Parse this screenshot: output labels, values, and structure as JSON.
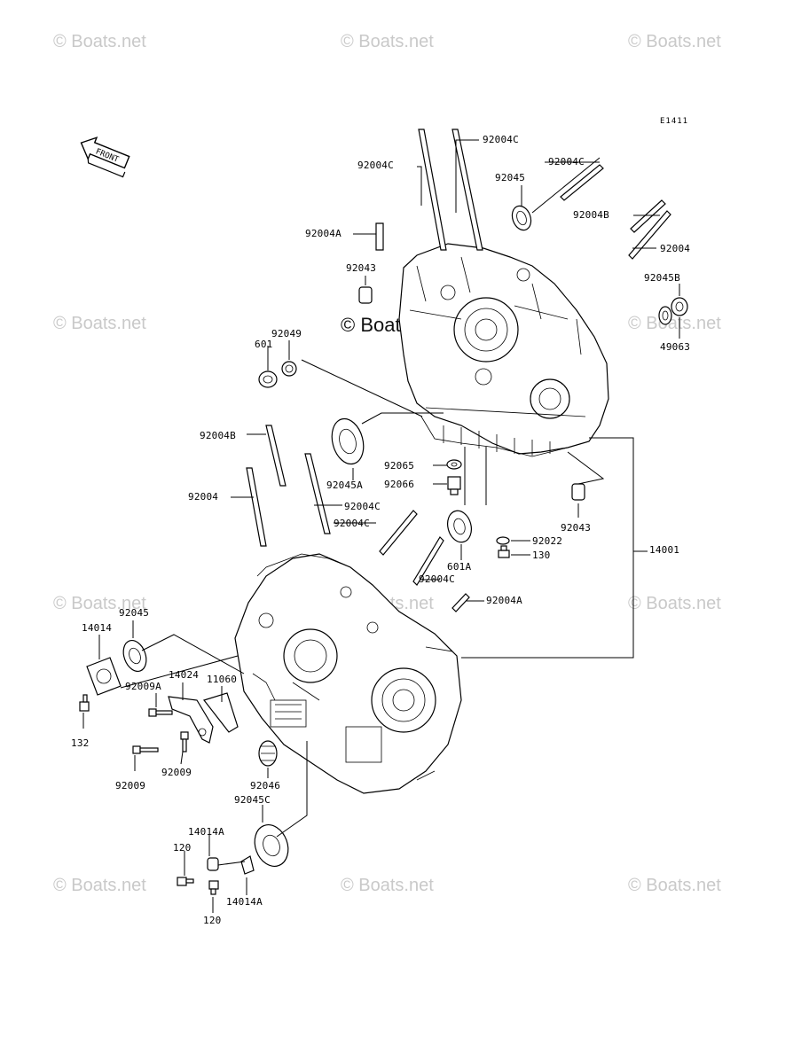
{
  "diagram_code": "E1411",
  "front_label": "FRONT",
  "watermark": "© Boats.net",
  "labels": {
    "l_92004C_1": "92004C",
    "l_92004C_2": "92004C",
    "l_92004C_3": "92004C",
    "l_92045_top": "92045",
    "l_92004B_top": "92004B",
    "l_92004_top": "92004",
    "l_92004A_top": "92004A",
    "l_92043_top": "92043",
    "l_92045B": "92045B",
    "l_49063": "49063",
    "l_92049": "92049",
    "l_601": "601",
    "l_92004B_low": "92004B",
    "l_92065": "92065",
    "l_92066": "92066",
    "l_92045A": "92045A",
    "l_92004_low": "92004",
    "l_92004C_4": "92004C",
    "l_92004C_5": "92004C",
    "l_92043_low": "92043",
    "l_92022": "92022",
    "l_130": "130",
    "l_601A": "601A",
    "l_92004C_6": "92004C",
    "l_14001": "14001",
    "l_92004A_low": "92004A",
    "l_92045_low": "92045",
    "l_14014": "14014",
    "l_14024": "14024",
    "l_11060": "11060",
    "l_92009A": "92009A",
    "l_132": "132",
    "l_92009_a": "92009",
    "l_92009_b": "92009",
    "l_92046": "92046",
    "l_92045C": "92045C",
    "l_14014A_1": "14014A",
    "l_120_1": "120",
    "l_14014A_2": "14014A",
    "l_120_2": "120"
  }
}
